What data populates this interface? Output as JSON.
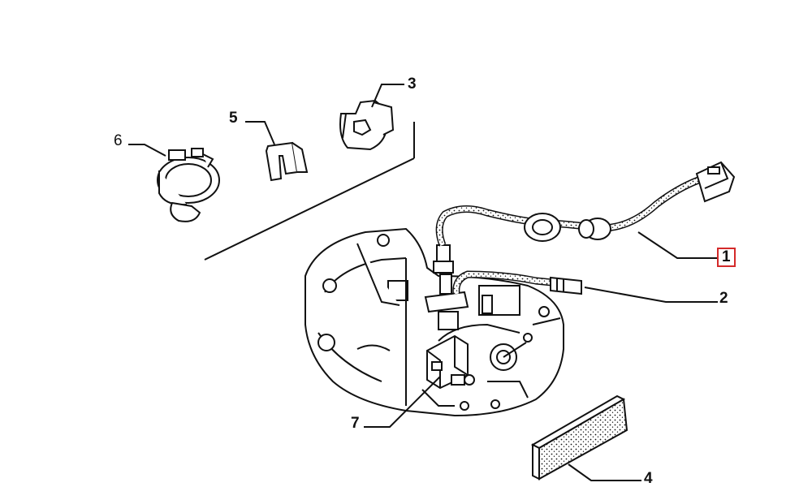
{
  "callouts": [
    {
      "number": "1",
      "highlighted": true
    },
    {
      "number": "2",
      "highlighted": false
    },
    {
      "number": "3",
      "highlighted": false
    },
    {
      "number": "4",
      "highlighted": false
    },
    {
      "number": "5",
      "highlighted": false
    },
    {
      "number": "6",
      "highlighted": false
    },
    {
      "number": "7",
      "highlighted": false
    }
  ],
  "colors": {
    "highlight": "#d42a2a",
    "ink": "#111111",
    "background": "#ffffff"
  }
}
